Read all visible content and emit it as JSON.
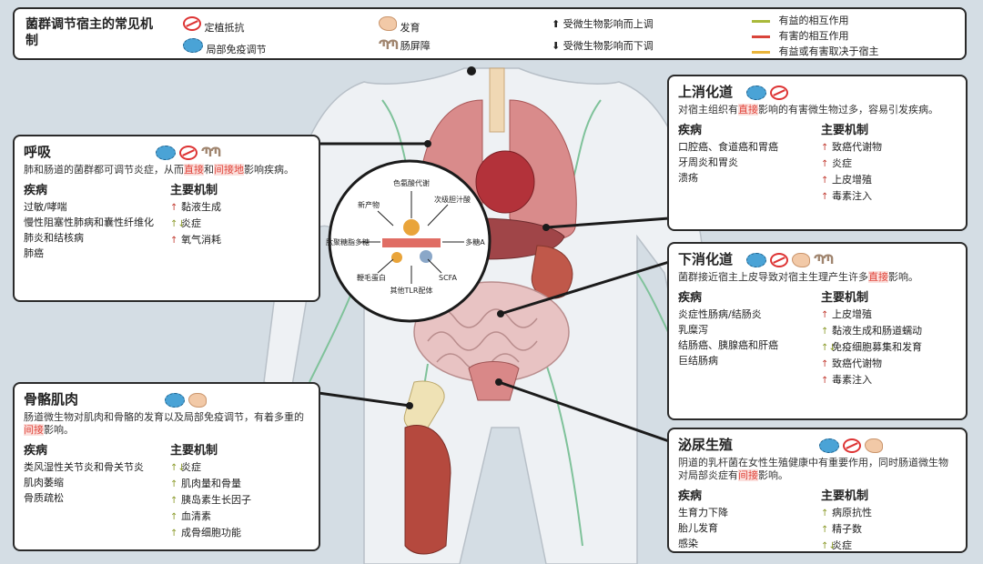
{
  "colors": {
    "beneficial": "#a9b93a",
    "harmful": "#d9443a",
    "context": "#e9b43a",
    "line": "#1b1b1b"
  },
  "legend": {
    "title": "菌群调节宿主的常见机制",
    "items": [
      {
        "icon": "no-colonization-icon",
        "label": "定植抵抗"
      },
      {
        "icon": "local-immune-icon",
        "label": "局部免疫调节"
      },
      {
        "icon": "development-icon",
        "label": "发育"
      },
      {
        "icon": "gut-barrier-icon",
        "label": "肠屏障"
      },
      {
        "icon": "up-arrow-icon",
        "label": "受微生物影响而上调"
      },
      {
        "icon": "down-arrow-icon",
        "label": "受微生物影响而下调"
      }
    ],
    "line_items": [
      {
        "color": "#a9b93a",
        "label": "有益的相互作用"
      },
      {
        "color": "#d9443a",
        "label": "有害的相互作用"
      },
      {
        "color": "#e9b43a",
        "label": "有益或有害取决于宿主"
      }
    ]
  },
  "center": {
    "labels": [
      "色氨酸代谢",
      "次级胆汁酸",
      "多糖A",
      "SCFA",
      "其他TLR配体",
      "鞭毛蛋白",
      "肽聚糖脂多糖",
      "新产物"
    ]
  },
  "respiratory": {
    "title": "呼吸",
    "desc_a": "肺和肠道的菌群都可调节炎症，从而",
    "desc_hl1": "直接",
    "desc_b": "和",
    "desc_hl2": "间接地",
    "desc_c": "影响疾病。",
    "disease_head": "疾病",
    "mech_head": "主要机制",
    "diseases": [
      "过敏/哮喘",
      "慢性阻塞性肺病和囊性纤维化",
      "肺炎和结核病",
      "肺癌"
    ],
    "mechanisms": [
      {
        "arrow": "↑",
        "text": "黏液生成"
      },
      {
        "arrow": "↑↓",
        "text": "炎症"
      },
      {
        "arrow": "↑",
        "text": "氧气消耗"
      }
    ]
  },
  "upper_gi": {
    "title": "上消化道",
    "desc_a": "对宿主组织有",
    "desc_hl": "直接",
    "desc_b": "影响的有害微生物过多，容易引发疾病。",
    "disease_head": "疾病",
    "mech_head": "主要机制",
    "diseases": [
      "口腔癌、食道癌和胃癌",
      "牙周炎和胃炎",
      "溃疡"
    ],
    "mechanisms": [
      {
        "arrow": "↑",
        "text": "致癌代谢物"
      },
      {
        "arrow": "↑",
        "text": "炎症"
      },
      {
        "arrow": "↑",
        "text": "上皮增殖"
      },
      {
        "arrow": "↑",
        "text": "毒素注入"
      }
    ]
  },
  "lower_gi": {
    "title": "下消化道",
    "desc_a": "菌群接近宿主上皮导致对宿主生理产生许多",
    "desc_hl": "直接",
    "desc_b": "影响。",
    "disease_head": "疾病",
    "mech_head": "主要机制",
    "diseases": [
      "炎症性肠病/结肠炎",
      "乳糜泻",
      "结肠癌、胰腺癌和肝癌",
      "巨结肠病"
    ],
    "mechanisms": [
      {
        "arrow": "↑",
        "text": "上皮增殖"
      },
      {
        "arrow": "↑",
        "text": "黏液生成和肠道蠕动"
      },
      {
        "arrow": "↑↓",
        "text": "免疫细胞募集和发育"
      },
      {
        "arrow": "↑",
        "text": "致癌代谢物"
      },
      {
        "arrow": "↑",
        "text": "毒素注入"
      }
    ]
  },
  "skeletal": {
    "title": "骨骼肌肉",
    "desc_a": "肠道微生物对肌肉和骨骼的发育以及局部免疫调节，有着多重的",
    "desc_hl": "间接",
    "desc_b": "影响。",
    "disease_head": "疾病",
    "mech_head": "主要机制",
    "diseases": [
      "类风湿性关节炎和骨关节炎",
      "肌肉萎缩",
      "骨质疏松"
    ],
    "mechanisms": [
      {
        "arrow": "↑↓",
        "text": "炎症"
      },
      {
        "arrow": "↑",
        "text": "肌肉量和骨量"
      },
      {
        "arrow": "↑",
        "text": "胰岛素生长因子"
      },
      {
        "arrow": "↑",
        "text": "血清素"
      },
      {
        "arrow": "↑",
        "text": "成骨细胞功能"
      }
    ]
  },
  "urogenital": {
    "title": "泌尿生殖",
    "desc_a": "阴道的乳杆菌在女性生殖健康中有重要作用，同时肠道微生物对局部炎症有",
    "desc_hl": "间接",
    "desc_b": "影响。",
    "disease_head": "疾病",
    "mech_head": "主要机制",
    "diseases": [
      "生育力下降",
      "胎儿发育",
      "感染"
    ],
    "mechanisms": [
      {
        "arrow": "↑",
        "text": "病原抗性"
      },
      {
        "arrow": "↑",
        "text": "精子数"
      },
      {
        "arrow": "↑↓",
        "text": "炎症"
      }
    ]
  }
}
